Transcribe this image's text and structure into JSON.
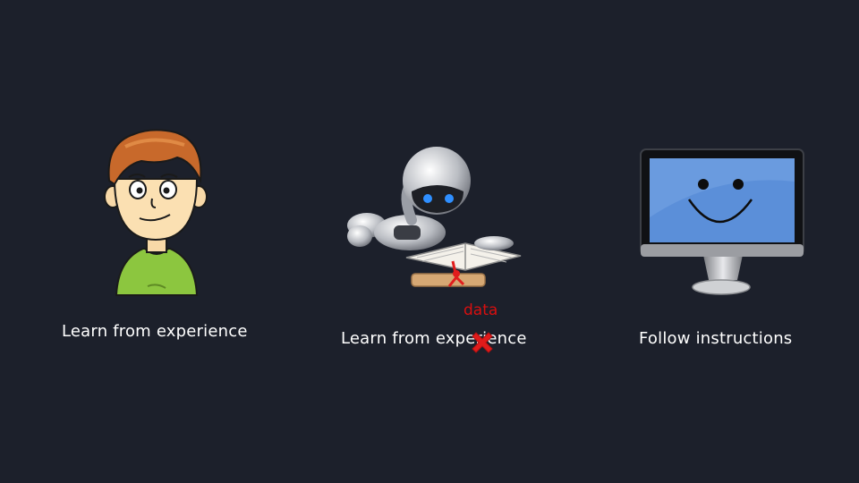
{
  "captions": {
    "human": "Learn from experience",
    "robot": "Learn from experience",
    "monitor": "Follow instructions"
  },
  "annotation": {
    "replacement_word": "data",
    "strike_icon": "red-x-icon",
    "color": "#d90f0f"
  },
  "illustrations": {
    "human": "cartoon-boy-icon",
    "robot": "robot-reading-book-icon",
    "monitor": "smiling-computer-monitor-icon"
  },
  "colors": {
    "background": "#1c202b",
    "text": "#ffffff",
    "screen": "#5b8fd9",
    "shirt": "#8cc63f",
    "hair": "#c8692b"
  }
}
